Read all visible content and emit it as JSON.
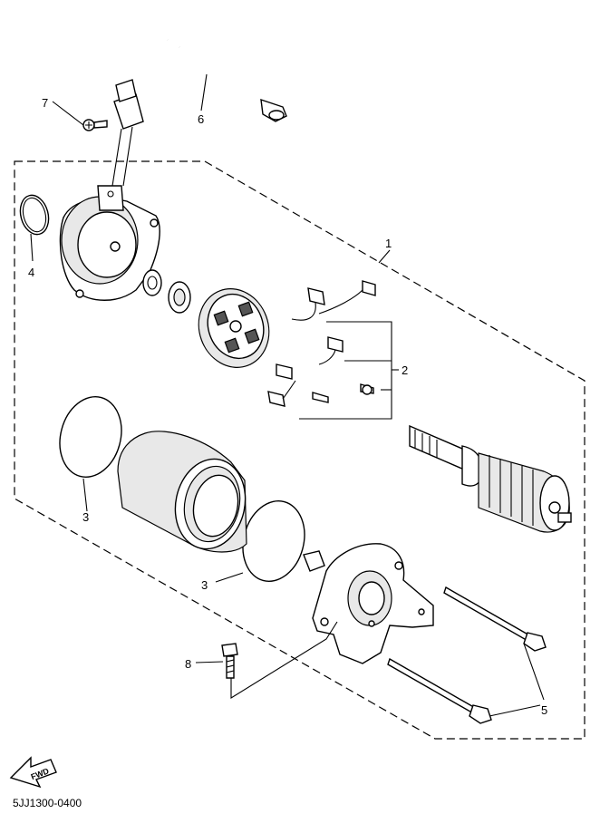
{
  "callouts": {
    "c1": "1",
    "c2": "2",
    "c3a": "3",
    "c3b": "3",
    "c4": "4",
    "c5": "5",
    "c6": "6",
    "c7": "7",
    "c8": "8"
  },
  "diagram_code": "5JJ1300-0400",
  "fwd_label": "FWD"
}
